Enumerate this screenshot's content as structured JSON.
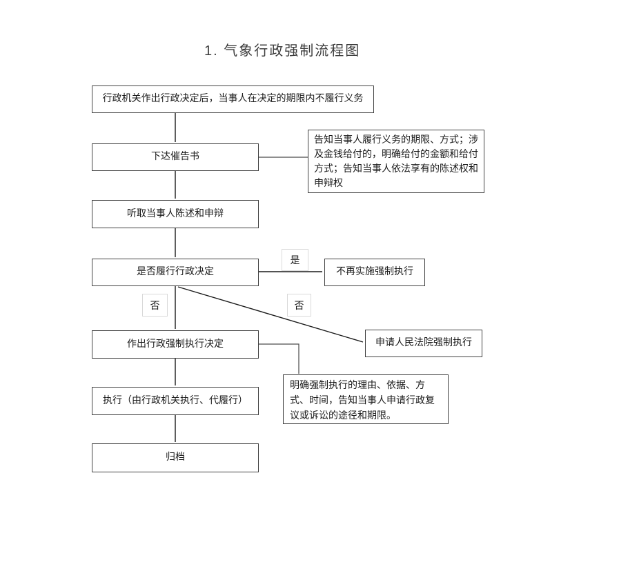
{
  "title": "1. 气象行政强制流程图",
  "nodes": {
    "start": "行政机关作出行政决定后，当事人在决定的期限内不履行义务",
    "issue_notice": "下达催告书",
    "notice_note": "告知当事人履行义务的期限、方式；涉及金钱给付的，明确给付的金额和给付方式；告知当事人依法享有的陈述权和申辩权",
    "hear_statement": "听取当事人陈述和申辩",
    "decision": "是否履行行政决定",
    "no_enforcement": "不再实施强制执行",
    "make_decision": "作出行政强制执行决定",
    "apply_court": "申请人民法院强制执行",
    "decision_note": "明确强制执行的理由、依据、方式、时间，告知当事人申请行政复议或诉讼的途径和期限。",
    "execute": "执行（由行政机关执行、代履行）",
    "archive": "归档"
  },
  "edge_labels": {
    "yes": "是",
    "no_down": "否",
    "no_diagonal": "否"
  },
  "colors": {
    "box_border": "#3f3f3f",
    "line": "#1a1a1a",
    "label_border": "#d9d9d9",
    "text": "#1a1a1a",
    "title_text": "#3d3d3d",
    "background": "#ffffff"
  }
}
